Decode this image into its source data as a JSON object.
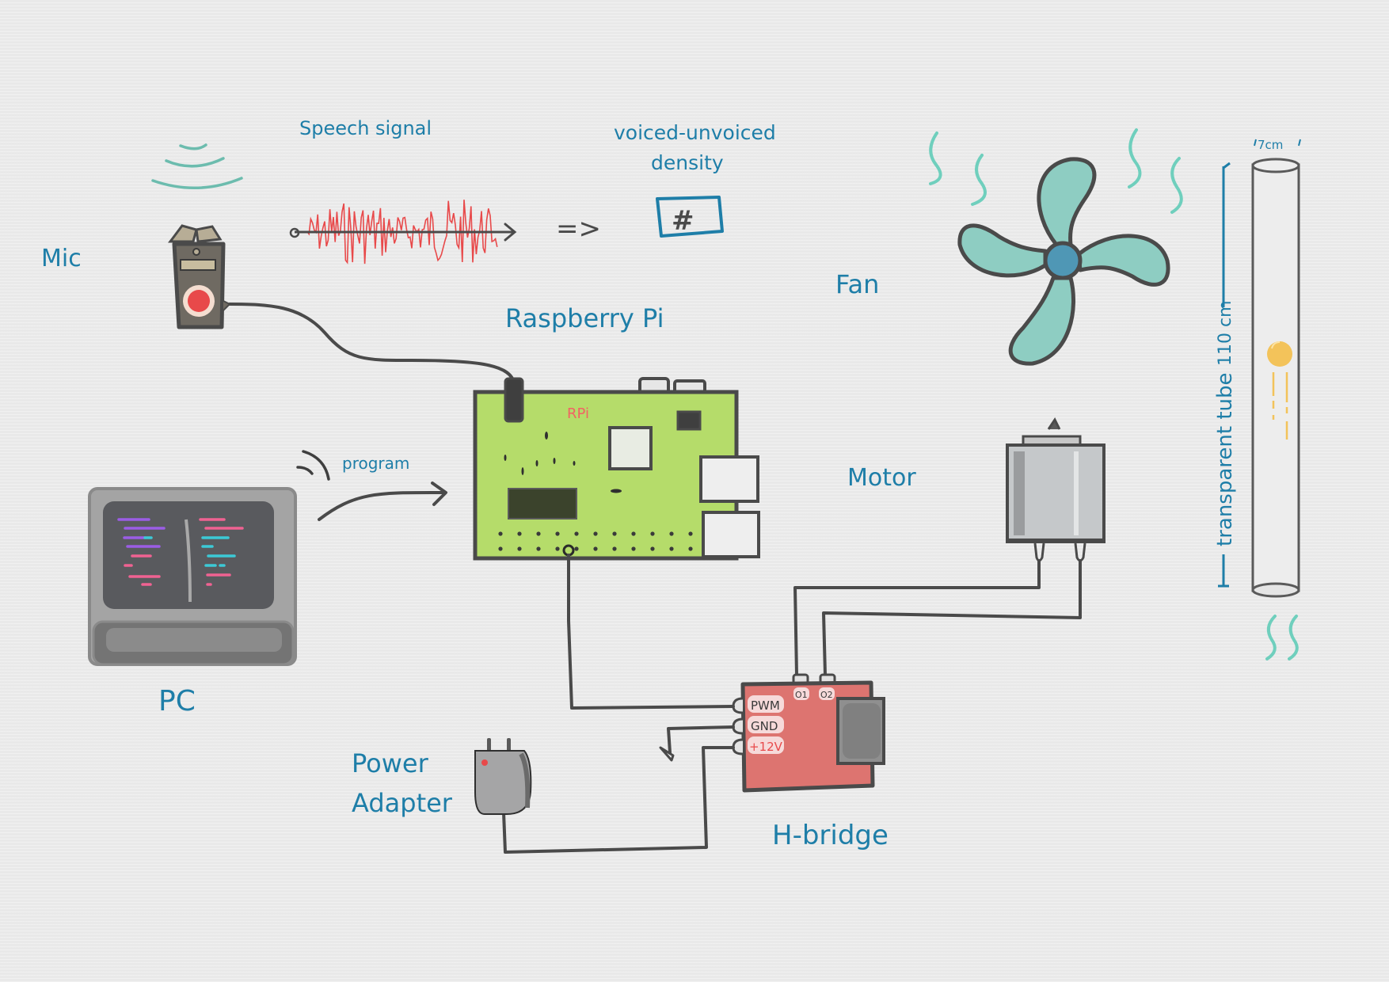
{
  "labels": {
    "mic": "Mic",
    "speech_signal": "Speech  signal",
    "voiced_unvoiced_line1": "voiced-unvoiced",
    "voiced_unvoiced_line2": "density",
    "density_value": "#",
    "transform_arrow": "=>",
    "raspberry_pi": "Raspberry  Pi",
    "rpi_board_text": "RPi",
    "program": "program",
    "pc": "PC",
    "fan": "Fan",
    "motor": "Motor",
    "power_adapter_line1": "Power",
    "power_adapter_line2": "Adapter",
    "h_bridge": "H-bridge",
    "tube_width": "7cm",
    "tube_length": "110 cm",
    "tube_caption": "transparent  tube"
  },
  "h_bridge_pins": {
    "pwm": "PWM",
    "gnd": "GND",
    "v12": "+12V",
    "out1": "O1",
    "out2": "O2"
  },
  "colors": {
    "label_blue": "#1e7ea8",
    "wave_red": "#e8494a",
    "fan_teal": "#8ecdc2",
    "fan_hub": "#4f97b5",
    "board_green": "#b5dc6a",
    "hbridge_red": "#dd7470",
    "ball_yellow": "#f3c35a",
    "air_teal": "#6fcfbd"
  }
}
